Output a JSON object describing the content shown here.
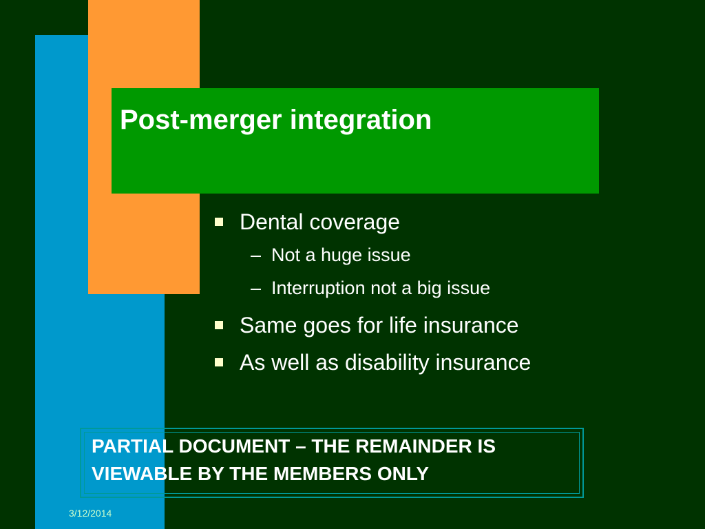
{
  "slide": {
    "title": "Post-merger integration",
    "bullets": [
      {
        "label": "Dental coverage",
        "sub": [
          "Not a huge issue",
          "Interruption not a big issue"
        ]
      },
      {
        "label": "Same goes for life insurance"
      },
      {
        "label": "As well as disability insurance"
      }
    ],
    "notice_line1": "PARTIAL DOCUMENT – THE REMAINDER IS",
    "notice_line2": "VIEWABLE BY THE MEMBERS ONLY",
    "date": "3/12/2014",
    "bullet_marker": "square",
    "sub_marker": "–"
  },
  "colors": {
    "background": "#003300",
    "blue_bar": "#0099cc",
    "orange_bar": "#ff9933",
    "title_box": "#009900",
    "text": "#ffffff",
    "bullet_marker": "#ffffcc"
  }
}
